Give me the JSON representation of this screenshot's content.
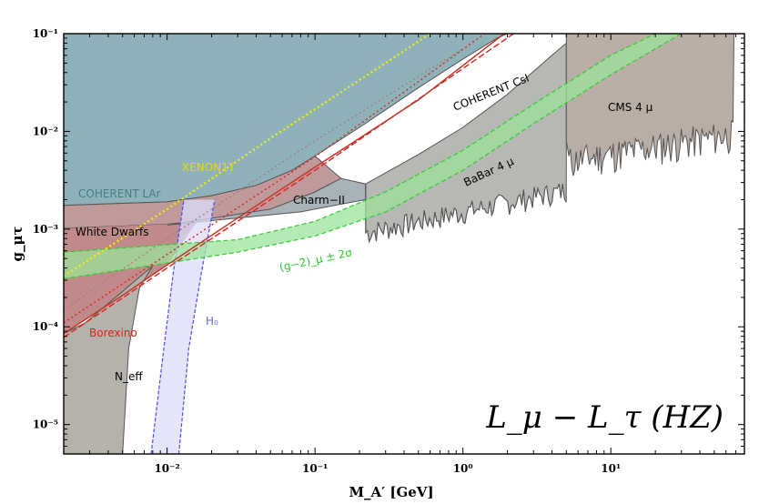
{
  "chart_data": {
    "type": "area",
    "title": "L_μ − L_τ (HZ)",
    "xlabel": "M_A′ [GeV]",
    "ylabel": "g_μτ",
    "xscale": "log",
    "yscale": "log",
    "xlim": [
      0.002,
      80
    ],
    "ylim": [
      5e-06,
      0.1
    ],
    "grid": false,
    "x_ticks": [
      {
        "value": 0.01,
        "label": "10⁻²"
      },
      {
        "value": 0.1,
        "label": "10⁻¹"
      },
      {
        "value": 1,
        "label": "10⁰"
      },
      {
        "value": 10,
        "label": "10¹"
      }
    ],
    "y_ticks": [
      {
        "value": 0.1,
        "label": "10⁻¹"
      },
      {
        "value": 0.01,
        "label": "10⁻²"
      },
      {
        "value": 0.001,
        "label": "10⁻³"
      },
      {
        "value": 0.0001,
        "label": "10⁻⁴"
      },
      {
        "value": 1e-05,
        "label": "10⁻⁵"
      }
    ],
    "regions": [
      {
        "name": "COHERENT LAr",
        "label": "COHERENT LAr",
        "color": "#8fb2ba",
        "label_color": "#3f7f86",
        "upper": [
          [
            0.002,
            0.1
          ],
          [
            0.05,
            0.1
          ],
          [
            2,
            0.1
          ]
        ],
        "boundary": [
          [
            0.002,
            0.00175
          ],
          [
            0.01,
            0.0019
          ],
          [
            0.02,
            0.0022
          ],
          [
            0.04,
            0.0028
          ],
          [
            0.07,
            0.004
          ],
          [
            0.1,
            0.0056
          ],
          [
            0.2,
            0.011
          ],
          [
            0.5,
            0.028
          ],
          [
            1,
            0.055
          ],
          [
            1.7,
            0.09
          ],
          [
            2,
            0.1
          ]
        ]
      },
      {
        "name": "White Dwarfs",
        "label": "White Dwarfs",
        "color": "#c09a9b",
        "label_color": "#000000",
        "boundary": [
          [
            0.002,
            0.00102
          ],
          [
            0.01,
            0.00112
          ],
          [
            0.03,
            0.00135
          ],
          [
            0.06,
            0.0017
          ],
          [
            0.1,
            0.0024
          ],
          [
            0.15,
            0.0033
          ]
        ]
      },
      {
        "name": "Borexino",
        "label": "Borexino",
        "color": "#c08a8a",
        "label_color": "#e0201c",
        "boundary": [
          [
            0.002,
            8.5e-05
          ],
          [
            0.005,
            0.00021
          ],
          [
            0.01,
            0.00043
          ],
          [
            0.03,
            0.0013
          ],
          [
            0.1,
            0.0043
          ],
          [
            0.5,
            0.021
          ],
          [
            1.9,
            0.1
          ]
        ]
      },
      {
        "name": "N_eff",
        "label": "N_eff",
        "color": "#b5b2ab",
        "label_color": "#000000",
        "boundary": [
          [
            0.005,
            5e-06
          ],
          [
            0.0055,
            6e-05
          ],
          [
            0.0065,
            0.00025
          ],
          [
            0.0075,
            0.00036
          ],
          [
            0.008,
            0.00042
          ]
        ]
      },
      {
        "name": "Charm-II",
        "label": "Charm−II",
        "color": "#a7b3b8",
        "label_color": "#000000",
        "boundary": [
          [
            0.01,
            0.0011
          ],
          [
            0.03,
            0.0013
          ],
          [
            0.08,
            0.0015
          ],
          [
            0.15,
            0.0018
          ],
          [
            0.22,
            0.002
          ]
        ]
      },
      {
        "name": "COHERENT CsI",
        "label": "COHERENT CsI",
        "color": "#b6b8b4",
        "label_color": "#000000",
        "boundary": [
          [
            0.22,
            0.0029
          ],
          [
            0.5,
            0.0058
          ],
          [
            1,
            0.011
          ],
          [
            2,
            0.024
          ],
          [
            4,
            0.06
          ],
          [
            5,
            0.08
          ]
        ]
      },
      {
        "name": "BaBar 4μ",
        "label": "BaBar 4 μ",
        "color": "#b6b8b4",
        "label_color": "#000000",
        "lower_edge_x": [
          0.22,
          5
        ],
        "typical_lower_g": 0.0009
      },
      {
        "name": "CMS 4μ",
        "label": "CMS 4 μ",
        "color": "#b8aea6",
        "label_color": "#000000",
        "lower_edge_x": [
          5,
          68
        ],
        "typical_lower_g": 0.0055
      }
    ],
    "bands": [
      {
        "name": "(g−2)_μ ± 2σ",
        "label": "(g−2)_μ ± 2σ",
        "color": "#9be39a",
        "line_color": "#2ecc2e",
        "lower": [
          [
            0.002,
            0.00031
          ],
          [
            0.03,
            0.00058
          ],
          [
            0.1,
            0.00085
          ],
          [
            0.3,
            0.0015
          ],
          [
            1,
            0.004
          ],
          [
            3,
            0.012
          ],
          [
            10,
            0.038
          ],
          [
            30,
            0.1
          ]
        ],
        "upper": [
          [
            0.002,
            0.00058
          ],
          [
            0.03,
            0.00078
          ],
          [
            0.1,
            0.0012
          ],
          [
            0.3,
            0.0024
          ],
          [
            1,
            0.0064
          ],
          [
            3,
            0.019
          ],
          [
            10,
            0.06
          ],
          [
            20,
            0.1
          ]
        ]
      },
      {
        "name": "H0",
        "label": "H₀",
        "color": "#dcdcfa",
        "line_color": "#4a4aff",
        "left": [
          [
            0.0078,
            5e-06
          ],
          [
            0.0095,
            6e-05
          ],
          [
            0.011,
            0.00035
          ],
          [
            0.013,
            0.002
          ]
        ],
        "right": [
          [
            0.012,
            5e-06
          ],
          [
            0.014,
            6e-05
          ],
          [
            0.017,
            0.00035
          ],
          [
            0.021,
            0.002
          ]
        ]
      }
    ],
    "lines": [
      {
        "name": "XENON1T",
        "label": "XENON1T",
        "color": "#f2f200",
        "style": "dotted",
        "points": [
          [
            0.002,
            0.00033
          ],
          [
            0.01,
            0.0016
          ],
          [
            0.05,
            0.0085
          ],
          [
            0.3,
            0.05
          ],
          [
            0.6,
            0.1
          ]
        ]
      },
      {
        "name": "Borexino future (dotted)",
        "color": "#e0201c",
        "style": "dotted",
        "points": [
          [
            0.002,
            0.00011
          ],
          [
            0.01,
            0.00055
          ],
          [
            0.1,
            0.0055
          ],
          [
            1.4,
            0.1
          ]
        ]
      },
      {
        "name": "Borexino dashed",
        "color": "#e0201c",
        "style": "dashed",
        "points": [
          [
            0.002,
            7.8e-05
          ],
          [
            0.01,
            0.0004
          ],
          [
            0.1,
            0.004
          ],
          [
            2.2,
            0.1
          ]
        ]
      },
      {
        "name": "Thin dotted",
        "color": "#a57f7f",
        "style": "dotted",
        "points": [
          [
            0.002,
            0.00015
          ],
          [
            0.01,
            0.0008
          ],
          [
            0.1,
            0.008
          ],
          [
            1,
            0.07
          ]
        ]
      }
    ]
  }
}
